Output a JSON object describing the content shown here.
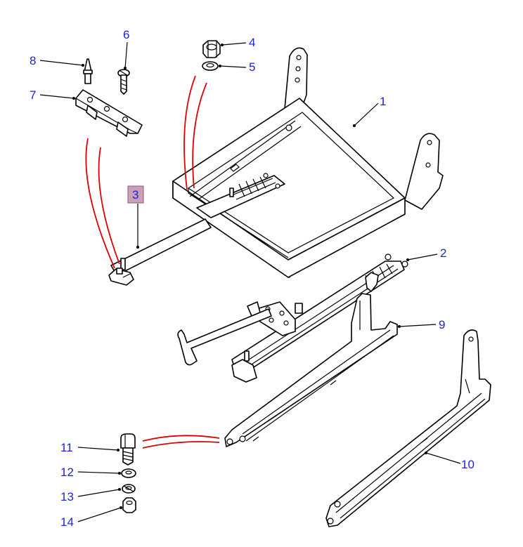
{
  "colors": {
    "callout_text": "#1f1fd8",
    "association_line": "#e00000",
    "highlight_fill": "#c9a0b6",
    "linework": "#000000"
  },
  "callouts": [
    {
      "id": "1",
      "label": "1"
    },
    {
      "id": "2",
      "label": "2"
    },
    {
      "id": "3",
      "label": "3",
      "highlighted": true
    },
    {
      "id": "4",
      "label": "4"
    },
    {
      "id": "5",
      "label": "5"
    },
    {
      "id": "6",
      "label": "6"
    },
    {
      "id": "7",
      "label": "7"
    },
    {
      "id": "8",
      "label": "8"
    },
    {
      "id": "9",
      "label": "9"
    },
    {
      "id": "10",
      "label": "10"
    },
    {
      "id": "11",
      "label": "11"
    },
    {
      "id": "12",
      "label": "12"
    },
    {
      "id": "13",
      "label": "13"
    },
    {
      "id": "14",
      "label": "14"
    }
  ]
}
